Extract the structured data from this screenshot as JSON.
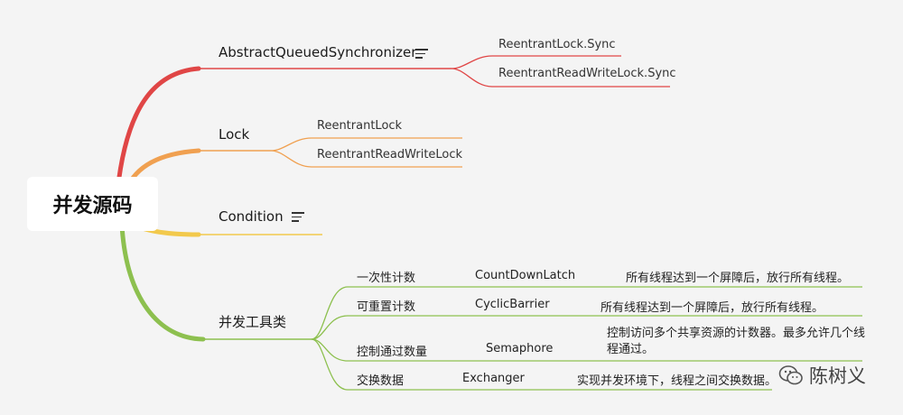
{
  "root": "并发源码",
  "branches": {
    "aqs": {
      "label": "AbstractQueuedSynchronizer",
      "color": "#e04646",
      "children": [
        "ReentrantLock.Sync",
        "ReentrantReadWriteLock.Sync"
      ]
    },
    "lock": {
      "label": "Lock",
      "color": "#f0a050",
      "children": [
        "ReentrantLock",
        "ReentrantReadWriteLock"
      ]
    },
    "condition": {
      "label": "Condition",
      "color": "#f2c94c"
    },
    "tools": {
      "label": "并发工具类",
      "color": "#8dc04f",
      "rows": [
        {
          "label": "一次性计数",
          "cls": "CountDownLatch",
          "desc": "所有线程达到一个屏障后，放行所有线程。"
        },
        {
          "label": "可重置计数",
          "cls": "CyclicBarrier",
          "desc": "所有线程达到一个屏障后，放行所有线程。"
        },
        {
          "label": "控制通过数量",
          "cls": "Semaphore",
          "desc": "控制访问多个共享资源的计数器。最多允许几个线程通过。"
        },
        {
          "label": "交换数据",
          "cls": "Exchanger",
          "desc": "实现并发环境下，线程之间交换数据。"
        }
      ]
    }
  },
  "watermark": "陈树义"
}
